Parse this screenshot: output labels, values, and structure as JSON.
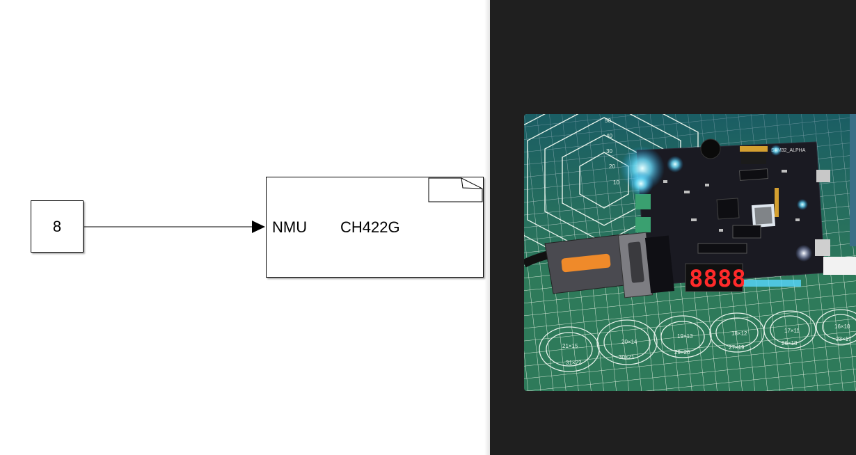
{
  "diagram": {
    "constant_value": "8",
    "input_port_label": "NMU",
    "subsystem_title": "CH422G"
  },
  "photo": {
    "display_digits": "8888",
    "board_label": "STM32_ALPHA",
    "mat_labels": [
      "10",
      "20",
      "30",
      "40",
      "50",
      "21×15",
      "31×22",
      "20×14",
      "30×21",
      "19×13",
      "29×20",
      "18×12",
      "27×19",
      "17×11",
      "26×18",
      "16×10",
      "23×17"
    ]
  },
  "colors": {
    "panel_background": "#1f1f1f",
    "canvas_background": "#ffffff",
    "mat_green": "#2e7a5a",
    "board_black": "#1a1a22",
    "segment_red": "#ff2a2a"
  }
}
